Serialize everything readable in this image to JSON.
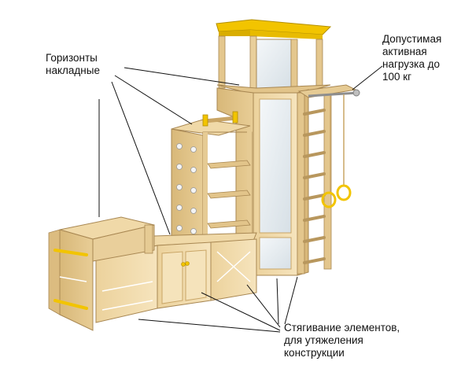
{
  "annotations": {
    "horizons": {
      "lines": [
        "Горизонты",
        "накладные"
      ]
    },
    "load": {
      "lines": [
        "Допустимая",
        "активная",
        "нагрузка до",
        "100 кг"
      ]
    },
    "tie": {
      "lines": [
        "Стягивание элементов,",
        "для утяжеления",
        "конструкции"
      ]
    }
  },
  "colors": {
    "wood_light": "#f0d9a8",
    "wood_mid": "#e2c48a",
    "wood_dark": "#c9a566",
    "wood_edge": "#a88752",
    "roof_yellow": "#f2c400",
    "glass": "#e6edf1",
    "leader_line": "#111111"
  }
}
